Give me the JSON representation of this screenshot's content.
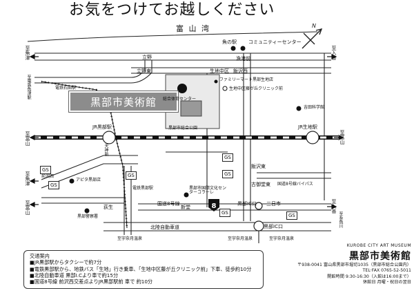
{
  "title": "お気をつけてお越しください",
  "sea": "富 山 湾",
  "museum": {
    "name": "黒部市美術館"
  },
  "places": {
    "uozu_station": "魚の駅",
    "community_center": "コミュニティーセンター",
    "gyogyomae": "漁港前",
    "tachino": "立野",
    "tachino_higashi": "立野東",
    "ikuji_naka": "生地中区",
    "iizawa_w": "飯沢西",
    "familymart": "ファミリーマート黒部生地店",
    "clinic": "生地中区藤が丘クリニック前",
    "gym": "総合体育センター",
    "park": "黒部市総合公園",
    "yoshida": "吉田科学館",
    "jr_kurobe": "JR黒部駅",
    "jr_ikuji": "JR生地駅",
    "dentetsu_ishida": "電鉄石田駅",
    "tenjin": "天神新",
    "maezawa_w": "前沢西",
    "apita": "アピタ黒部店",
    "dentetsu_kurobe": "電鉄黒部駅",
    "iizawa_e": "飯沢東",
    "kokuten": "古御堂東",
    "bypass": "国道8号線バイパス",
    "culture_center": "黒部市国際文化センターコラーレ",
    "mikkaichi": "三日市",
    "route8": "国道8号線",
    "shinto": "新堂",
    "kurobe_ic_jct": "黒部IC口",
    "hokuriku": "北陸自動車道",
    "kurobe_ic": "黒部IC口",
    "zoukata": "荻生",
    "police": "黒部警察署",
    "bus_stop": "至宇奈月温泉",
    "nishi_toyama": "至富山",
    "to_uozu_top": "至魚津",
    "to_uozu_mid": "至魚津",
    "to_toyama_left": "至富山",
    "to_irizen_top": "至入善",
    "to_irizen_bot": "至入善",
    "to_toyama_right": "至富山",
    "to_itoigawa": "至糸魚川",
    "to_dentetsu_uozu": "至電鉄魚津駅",
    "to_unazuki_1": "至宇奈月温泉",
    "to_unazuki_2": "至宇奈月温泉",
    "to_unazuki_3": "至宇奈月温泉",
    "gs": "GS",
    "route_8_badge": "8"
  },
  "access": {
    "heading": "交通案内",
    "lines": [
      "■JR黒部駅からタクシーで約7分",
      "■電鉄黒部駅から、地鉄バス「生地」行き乗車、「生地中区藤が丘クリニック前」下車、徒歩約10分",
      "■北陸自動車道 黒部I.Cより車で約15分",
      "■国道8号線 前沢西交差点よりJR黒部駅前 車で 約10分"
    ]
  },
  "info": {
    "name_en": "KUROBE CITY ART MUSEUM",
    "name_jp": "黒部市美術館",
    "address": "〒938-0041 富山県黒部市堀切1035（黒部市総合公園内）",
    "tel": "TEL·FAX 0765-52-5011",
    "hours": "開館時間 9:30-16:30（入館は16:00まで）",
    "closed": "休館日 月曜・祝日の翌日"
  }
}
